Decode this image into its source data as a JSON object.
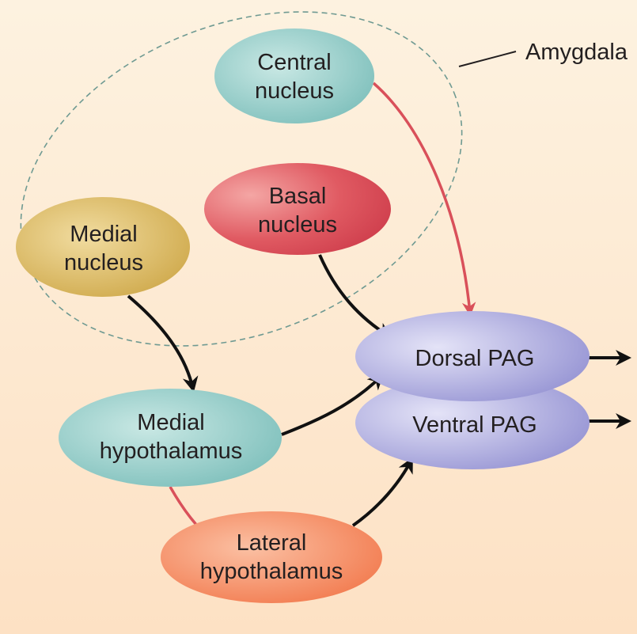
{
  "diagram": {
    "amygdala_label": "Amygdala",
    "nodes": {
      "central": {
        "line1": "Central",
        "line2": "nucleus"
      },
      "basal": {
        "line1": "Basal",
        "line2": "nucleus"
      },
      "medial": {
        "line1": "Medial",
        "line2": "nucleus"
      },
      "medial_hypothalamus": {
        "line1": "Medial",
        "line2": "hypothalamus"
      },
      "lateral_hypothalamus": {
        "line1": "Lateral",
        "line2": "hypothalamus"
      },
      "dorsal_pag": {
        "line1": "Dorsal PAG"
      },
      "ventral_pag": {
        "line1": "Ventral PAG"
      }
    },
    "colors": {
      "central": "#8ccac6",
      "basal": "#d94a55",
      "medial": "#d7b55c",
      "medial_hypothalamus": "#8ccac6",
      "lateral_hypothalamus": "#f48a5e",
      "pag": "#a8a6dd",
      "red_arrow": "#d9505a",
      "black_arrow": "#111111",
      "amygdala_outline": "#6f9a92"
    },
    "connections": [
      {
        "from": "Central nucleus",
        "to": "Dorsal PAG",
        "color": "red"
      },
      {
        "from": "Basal nucleus",
        "to": "Dorsal PAG",
        "color": "black"
      },
      {
        "from": "Medial nucleus",
        "to": "Medial hypothalamus",
        "color": "black"
      },
      {
        "from": "Medial hypothalamus",
        "to": "Dorsal PAG",
        "color": "black"
      },
      {
        "from": "Medial hypothalamus",
        "to": "Lateral hypothalamus",
        "color": "red"
      },
      {
        "from": "Lateral hypothalamus",
        "to": "Ventral PAG",
        "color": "black"
      },
      {
        "from": "Dorsal PAG",
        "to": "output",
        "color": "black"
      },
      {
        "from": "Ventral PAG",
        "to": "output",
        "color": "black"
      }
    ]
  }
}
